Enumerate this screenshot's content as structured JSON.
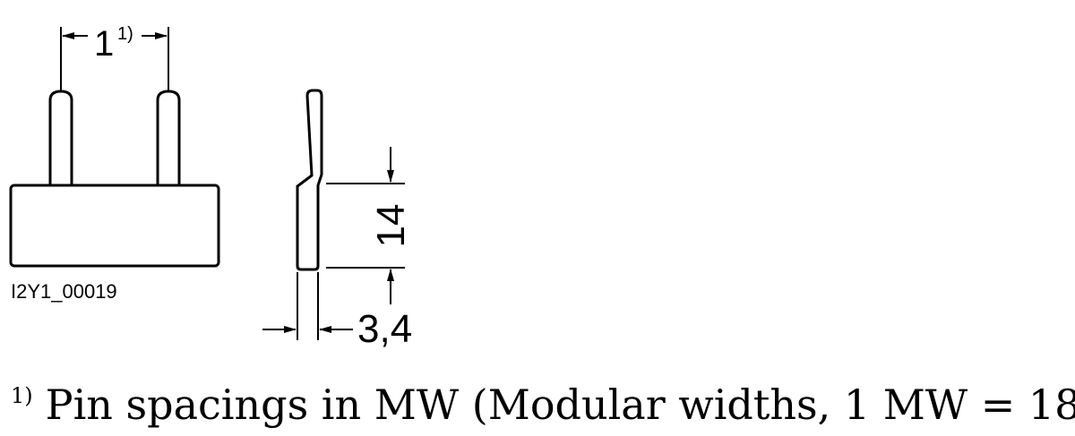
{
  "diagram": {
    "pin_spacing_value": "1",
    "pin_spacing_footnote_mark": "1)",
    "height_value": "14",
    "thickness_value": "3,4",
    "drawing_code": "I2Y1_00019"
  },
  "footnote": {
    "mark": "1)",
    "text": "Pin spacings in MW (Modular widths, 1 MW = 18"
  }
}
